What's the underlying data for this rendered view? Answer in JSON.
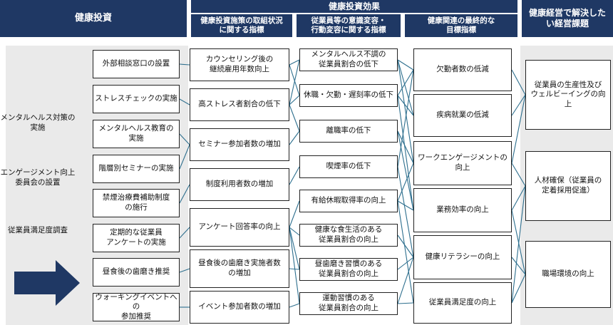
{
  "headers": {
    "investment": "健康投資",
    "effect": "健康投資効果",
    "sub1": "健康投資施策の取組状況\nに関する指標",
    "sub2": "従業員等の意識変容・\n行動変容に関する指標",
    "sub3": "健康関連の最終的な\n目標指標",
    "issues": "健康経営で解決した\nい経営課題"
  },
  "measures": [
    "メンタルヘルス対策の\n実施",
    "エンゲージメント向上\n委員会の設置",
    "従業員満足度調査"
  ],
  "investments": [
    "外部相談窓口の設置",
    "ストレスチェックの実施",
    "メンタルヘルス教育の\n実施",
    "階層別セミナーの実施",
    "禁煙治療費補助制度\nの施行",
    "定期的な従業員\nアンケートの実施",
    "昼食後の歯磨き推奨",
    "ウォーキングイベントへの\n参加推奨"
  ],
  "initiative_indicators": [
    "カウンセリング後の\n継続雇用年数向上",
    "高ストレス者割合の低下",
    "セミナー参加者数の増加",
    "制度利用者数の増加",
    "アンケート回答率の向上",
    "昼食後の歯磨き実施者数\nの増加",
    "イベント参加者数の増加"
  ],
  "behavior_indicators": [
    "メンタルヘルス不調の\n従業員割合の低下",
    "休職・欠勤・遅刻率の低下",
    "離職率の低下",
    "喫煙率の低下",
    "有給休暇取得率の向上",
    "健康な食生活のある\n従業員割合の向上",
    "昼歯磨き習慣のある\n従業員割合の向上",
    "運動習慣のある\n従業員割合の向上"
  ],
  "final_indicators": [
    "欠勤者数の低減",
    "疾病就業の低減",
    "ワークエンゲージメントの\n向上",
    "業務効率の向上",
    "健康リテラシーの向上",
    "従業員満足度の向上"
  ],
  "issues": [
    "従業員の生産性及び\nウェルビーイングの向上",
    "人材確保（従業員の\n定着採用促進）",
    "職場環境の向上"
  ],
  "colors": {
    "header": "#1f3864",
    "connector": "#2e6f8e",
    "arrow": "#1f3864",
    "panel": "#eaeaea"
  }
}
